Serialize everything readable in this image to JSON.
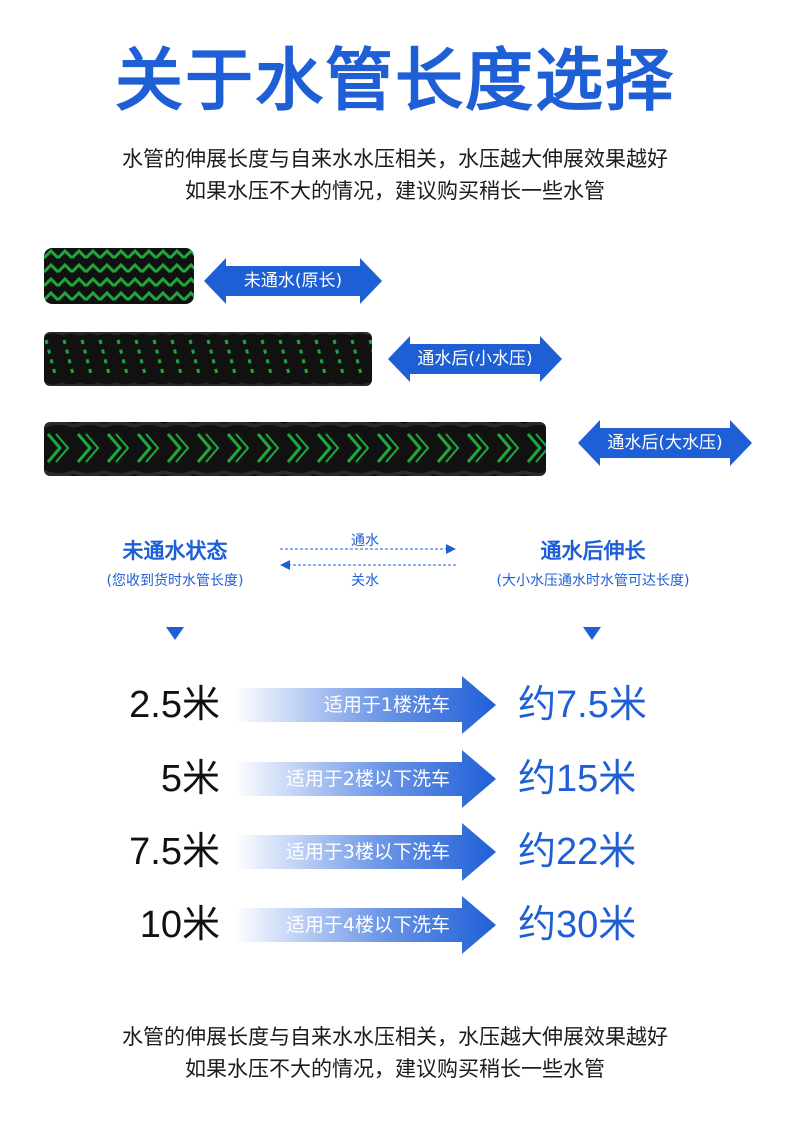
{
  "title": "关于水管长度选择",
  "intro": {
    "line1": "水管的伸展长度与自来水水压相关，水压越大伸展效果越好",
    "line2": "如果水压不大的情况，建议购买稍长一些水管"
  },
  "hoses": [
    {
      "label": "未通水(原长)"
    },
    {
      "label": "通水后(小水压)"
    },
    {
      "label": "通水后(大水压)"
    }
  ],
  "states": {
    "left_title": "未通水状态",
    "left_sub": "(您收到货时水管长度)",
    "right_title": "通水后伸长",
    "right_sub": "(大小水压通水时水管可达长度)",
    "flow_on": "通水",
    "flow_off": "关水"
  },
  "rows": [
    {
      "length": "2.5米",
      "use": "适用于1楼洗车",
      "result": "约7.5米"
    },
    {
      "length": "5米",
      "use": "适用于2楼以下洗车",
      "result": "约15米"
    },
    {
      "length": "7.5米",
      "use": "适用于3楼以下洗车",
      "result": "约22米"
    },
    {
      "length": "10米",
      "use": "适用于4楼以下洗车",
      "result": "约30米"
    }
  ],
  "outro": {
    "line1": "水管的伸展长度与自来水水压相关，水压越大伸展效果越好",
    "line2": "如果水压不大的情况，建议购买稍长一些水管"
  },
  "colors": {
    "accent": "#1f5fd6",
    "hose_dark": "#111111",
    "hose_green": "#1fa83a"
  }
}
